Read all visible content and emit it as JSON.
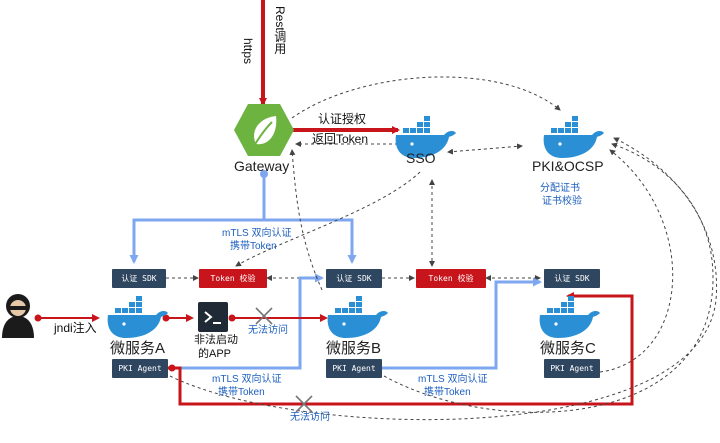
{
  "entry": {
    "rest_label": "Rest调用",
    "https_label": "https"
  },
  "gateway": {
    "label": "Gateway"
  },
  "sso": {
    "label": "SSO",
    "auth_note_line1": "认证授权",
    "auth_note_line2": "返回Token"
  },
  "pki": {
    "label": "PKI&OCSP",
    "note_line1": "分配证书",
    "note_line2": "证书校验"
  },
  "mtls_top": {
    "line1": "mTLS 双向认证",
    "line2": "携带Token"
  },
  "boxes": {
    "sdk_a": "认证 SDK",
    "token_a": "Token 校验",
    "sdk_b": "认证 SDK",
    "token_b": "Token 校验",
    "sdk_c": "认证 SDK",
    "agent_a": "PKI Agent",
    "agent_b": "PKI Agent",
    "agent_c": "PKI Agent"
  },
  "attacker": {
    "injection_label": "jndi注入"
  },
  "services": {
    "a": "微服务A",
    "b": "微服务B",
    "c": "微服务C"
  },
  "illegal_app": {
    "line1": "非法启动",
    "line2": "的APP"
  },
  "denied": {
    "label_top": "无法访问",
    "label_bottom": "无法访问"
  },
  "mtls_ab": {
    "line1": "mTLS 双向认证",
    "line2": "携带Token"
  },
  "mtls_bc": {
    "line1": "mTLS 双向认证",
    "line2": "携带Token"
  },
  "colors": {
    "red": "#c8151b",
    "blue": "#7ea7f0",
    "dark_box": "#2e4660",
    "docker": "#2b8fd6",
    "spring": "#6db33f"
  },
  "icons": [
    "spring-leaf-icon",
    "docker-whale-icon",
    "terminal-icon",
    "hacker-icon",
    "cross-icon"
  ]
}
